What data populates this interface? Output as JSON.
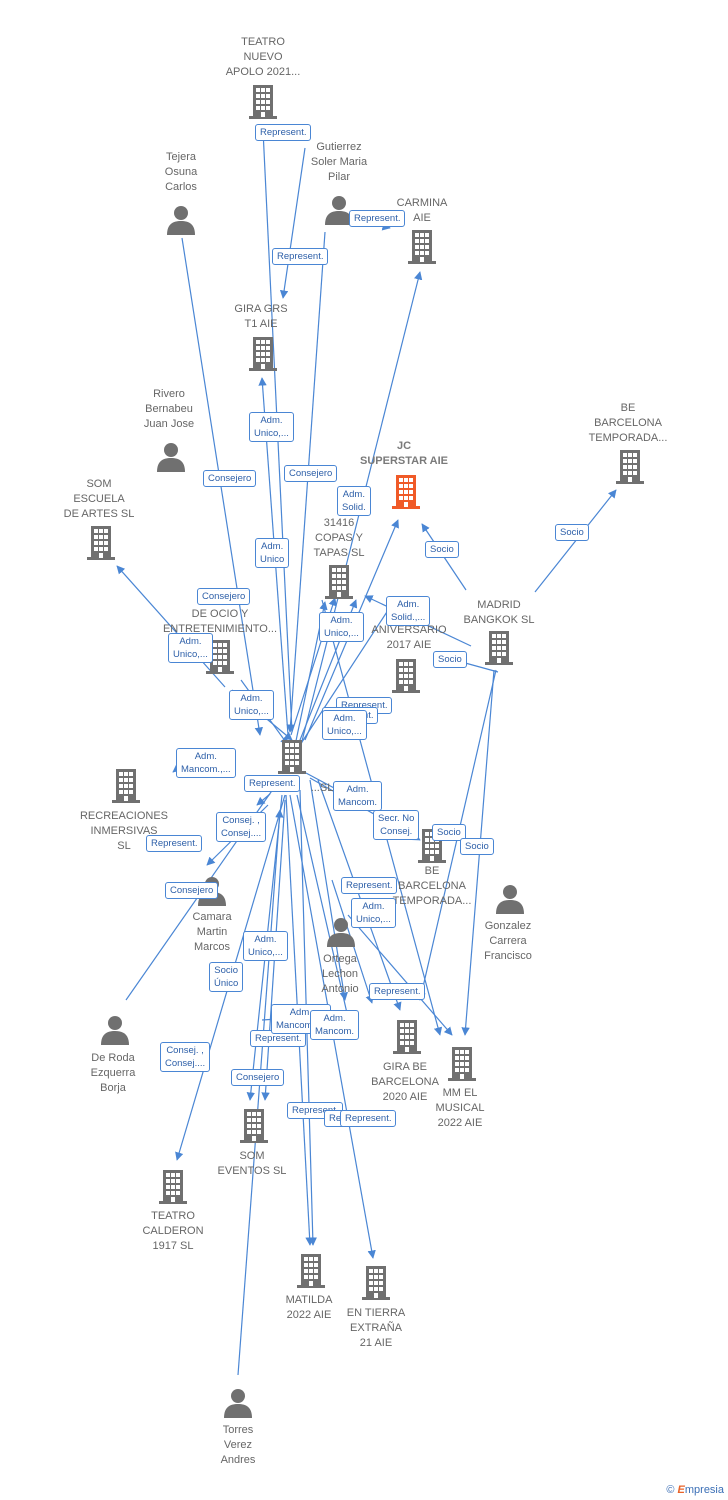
{
  "colors": {
    "edge": "#4a86d4",
    "icon": "#707070",
    "focus_icon": "#f05a28",
    "text": "#666666"
  },
  "nodes": [
    {
      "id": "teatro_nuevo",
      "type": "company",
      "label": "TEATRO\nNUEVO\nAPOLO 2021..."
    },
    {
      "id": "tejera",
      "type": "person",
      "label": "Tejera\nOsuna\nCarlos"
    },
    {
      "id": "gutierrez",
      "type": "person",
      "label": "Gutierrez\nSoler Maria\nPilar"
    },
    {
      "id": "carmina",
      "type": "company",
      "label": "CARMINA\nAIE"
    },
    {
      "id": "gira_grs",
      "type": "company",
      "label": "GIRA GRS\nT1 AIE"
    },
    {
      "id": "rivero",
      "type": "person",
      "label": "Rivero\nBernabeu\nJuan Jose"
    },
    {
      "id": "jc_superstar",
      "type": "company",
      "focus": true,
      "label": "JC\nSUPERSTAR AIE"
    },
    {
      "id": "be_barcelona_top",
      "type": "company",
      "label": "BE\nBARCELONA\nTEMPORADA..."
    },
    {
      "id": "som_escuela",
      "type": "company",
      "label": "SOM\nESCUELA\nDE ARTES  SL"
    },
    {
      "id": "copas_tapas",
      "type": "company",
      "label": "31416\nCOPAS Y\nTAPAS  SL"
    },
    {
      "id": "madrid_bangkok",
      "type": "company",
      "label": "MADRID\nBANGKOK  SL"
    },
    {
      "id": "ocio",
      "type": "company",
      "label": "E...\nDE OCIO Y\nENTRETENIMIENTO..."
    },
    {
      "id": "aniversario",
      "type": "company",
      "label": "W...\nANIVERSARIO\n2017 AIE"
    },
    {
      "id": "hub",
      "type": "company",
      "label": "...SL"
    },
    {
      "id": "recreaciones",
      "type": "company",
      "label": "RECREACIONES\nINMERSIVAS\nSL"
    },
    {
      "id": "be_barcelona_mid",
      "type": "company",
      "label": "BE\nBARCELONA\nTEMPORADA..."
    },
    {
      "id": "gonzalez",
      "type": "person",
      "label": "Gonzalez\nCarrera\nFrancisco"
    },
    {
      "id": "camara",
      "type": "person",
      "label": "Camara\nMartin\nMarcos"
    },
    {
      "id": "ortega",
      "type": "person",
      "label": "Ortega\nLechon\nAntonio"
    },
    {
      "id": "de_roda",
      "type": "person",
      "label": "De Roda\nEzquerra\nBorja"
    },
    {
      "id": "gira_be",
      "type": "company",
      "label": "GIRA BE\nBARCELONA\n2020  AIE"
    },
    {
      "id": "mm_el_musical",
      "type": "company",
      "label": "MM EL\nMUSICAL\n2022 AIE"
    },
    {
      "id": "som_eventos",
      "type": "company",
      "label": "SOM\nEVENTOS  SL"
    },
    {
      "id": "teatro_calderon",
      "type": "company",
      "label": "TEATRO\nCALDERON\n1917  SL"
    },
    {
      "id": "matilda",
      "type": "company",
      "label": "MATILDA\n2022 AIE"
    },
    {
      "id": "en_tierra",
      "type": "company",
      "label": "EN TIERRA\nEXTRAÑA\n21 AIE"
    },
    {
      "id": "torres",
      "type": "person",
      "label": "Torres\nVerez\nAndres"
    }
  ],
  "edge_labels": [
    "Represent.",
    "Represent.",
    "Represent.",
    "Adm.\nUnico,...",
    "Consejero",
    "Consejero",
    "Adm.\nSolid.",
    "Socio",
    "Socio",
    "Adm.\nUnico",
    "Consejero",
    "Adm.\nSolid.,...",
    "Adm.\nUnico,...",
    "Adm.\nUnico,...",
    "Socio",
    "Adm.\nUnico,...",
    "Represent.",
    "Represent.",
    "Adm.\nUnico,...",
    "Adm.\nMancom.,...",
    "Represent.",
    "Adm.\nMancom.",
    "Consej. ,\nConsej....",
    "Represent.",
    "Secr.  No\nConsej.",
    "Socio",
    "Socio",
    "Consejero",
    "Represent.",
    "Adm.\nUnico,...",
    "Adm.\nUnico,...",
    "Socio\nÚnico",
    "Represent.",
    "Represent.",
    "Adm.\nMancom.,...",
    "Adm.\nMancom.",
    "Represent.",
    "Consej. ,\nConsej....",
    "Consejero",
    "Represent.",
    "Represent."
  ],
  "brand": {
    "symbol": "©",
    "first": "E",
    "rest": "mpresia"
  }
}
